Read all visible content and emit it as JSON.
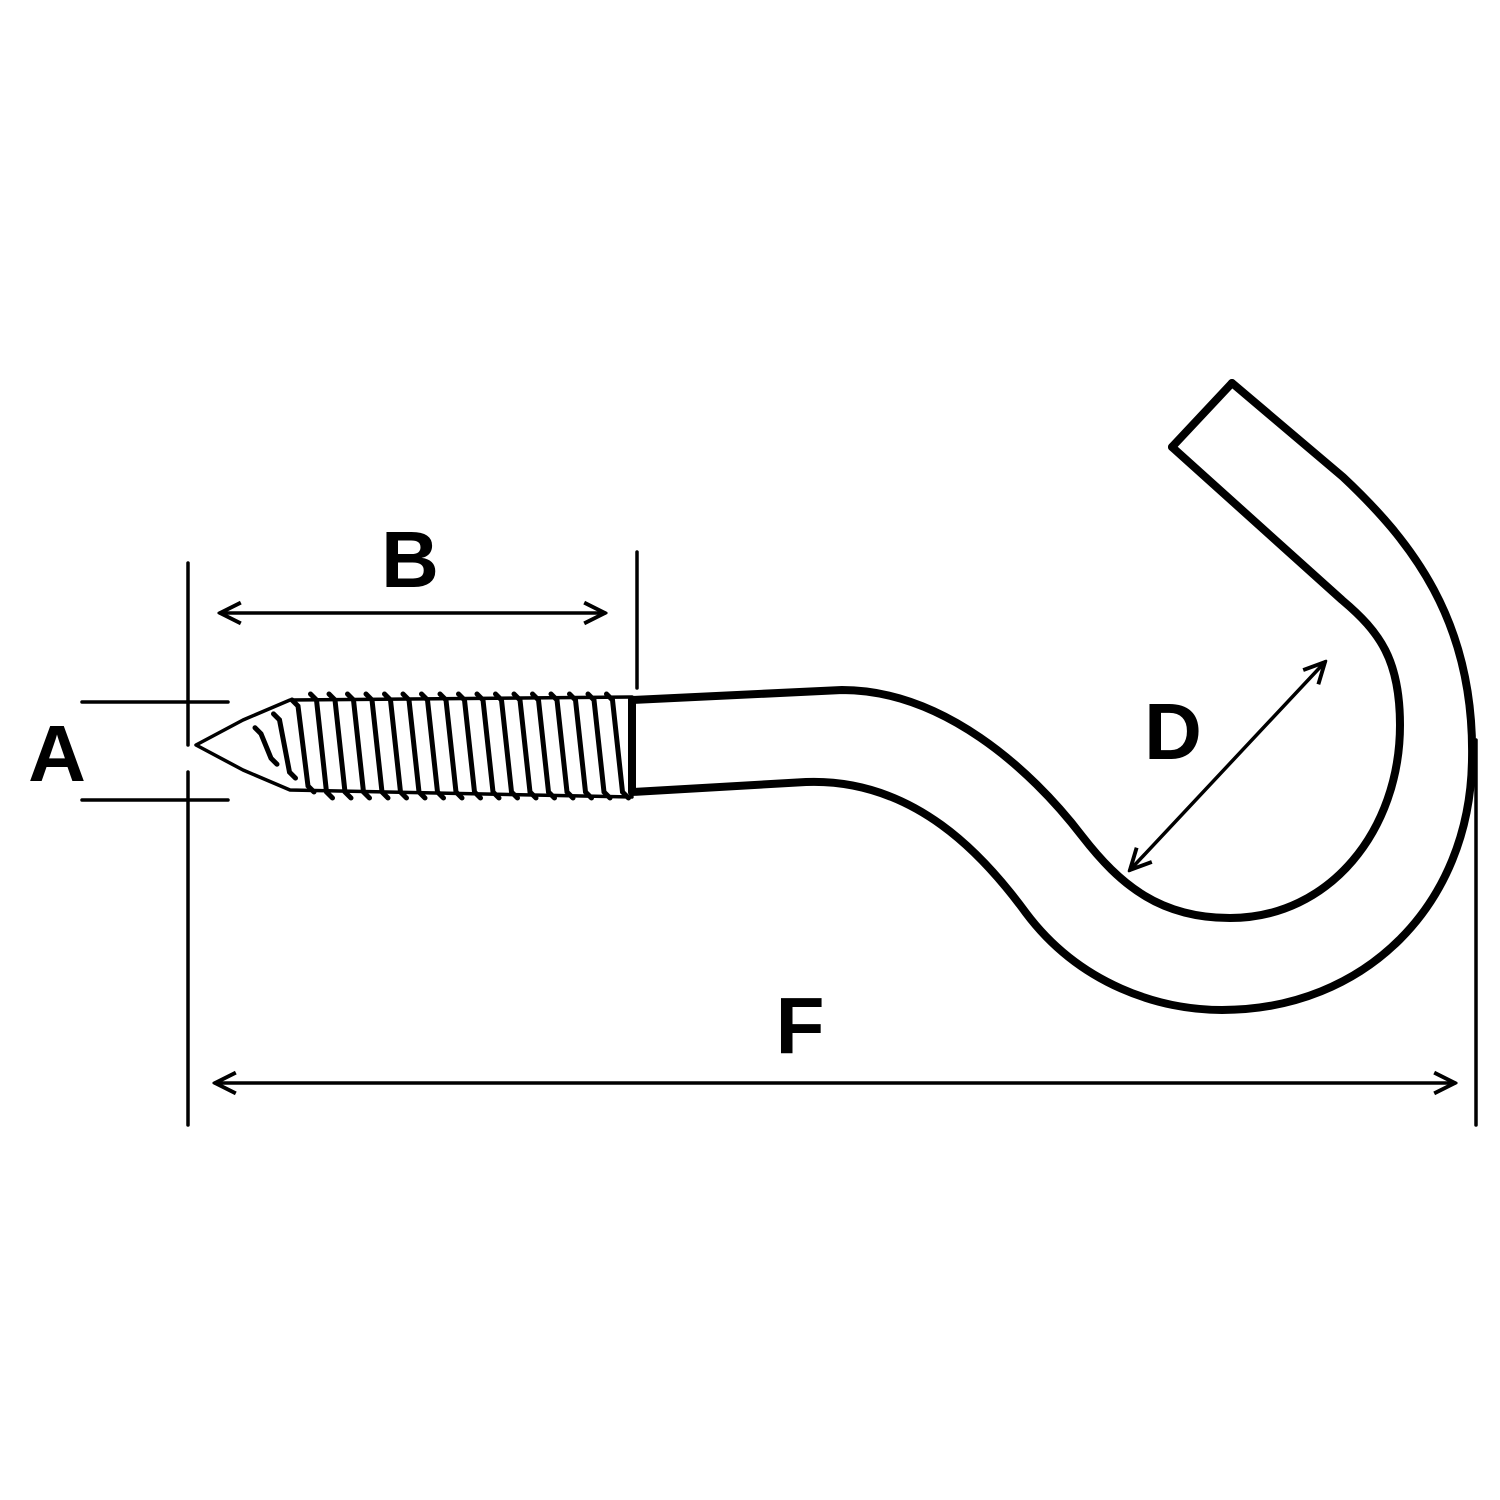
{
  "labels": {
    "a": "A",
    "b": "B",
    "d": "D",
    "f": "F"
  },
  "colors": {
    "ink": "#000000",
    "background": "#ffffff"
  }
}
